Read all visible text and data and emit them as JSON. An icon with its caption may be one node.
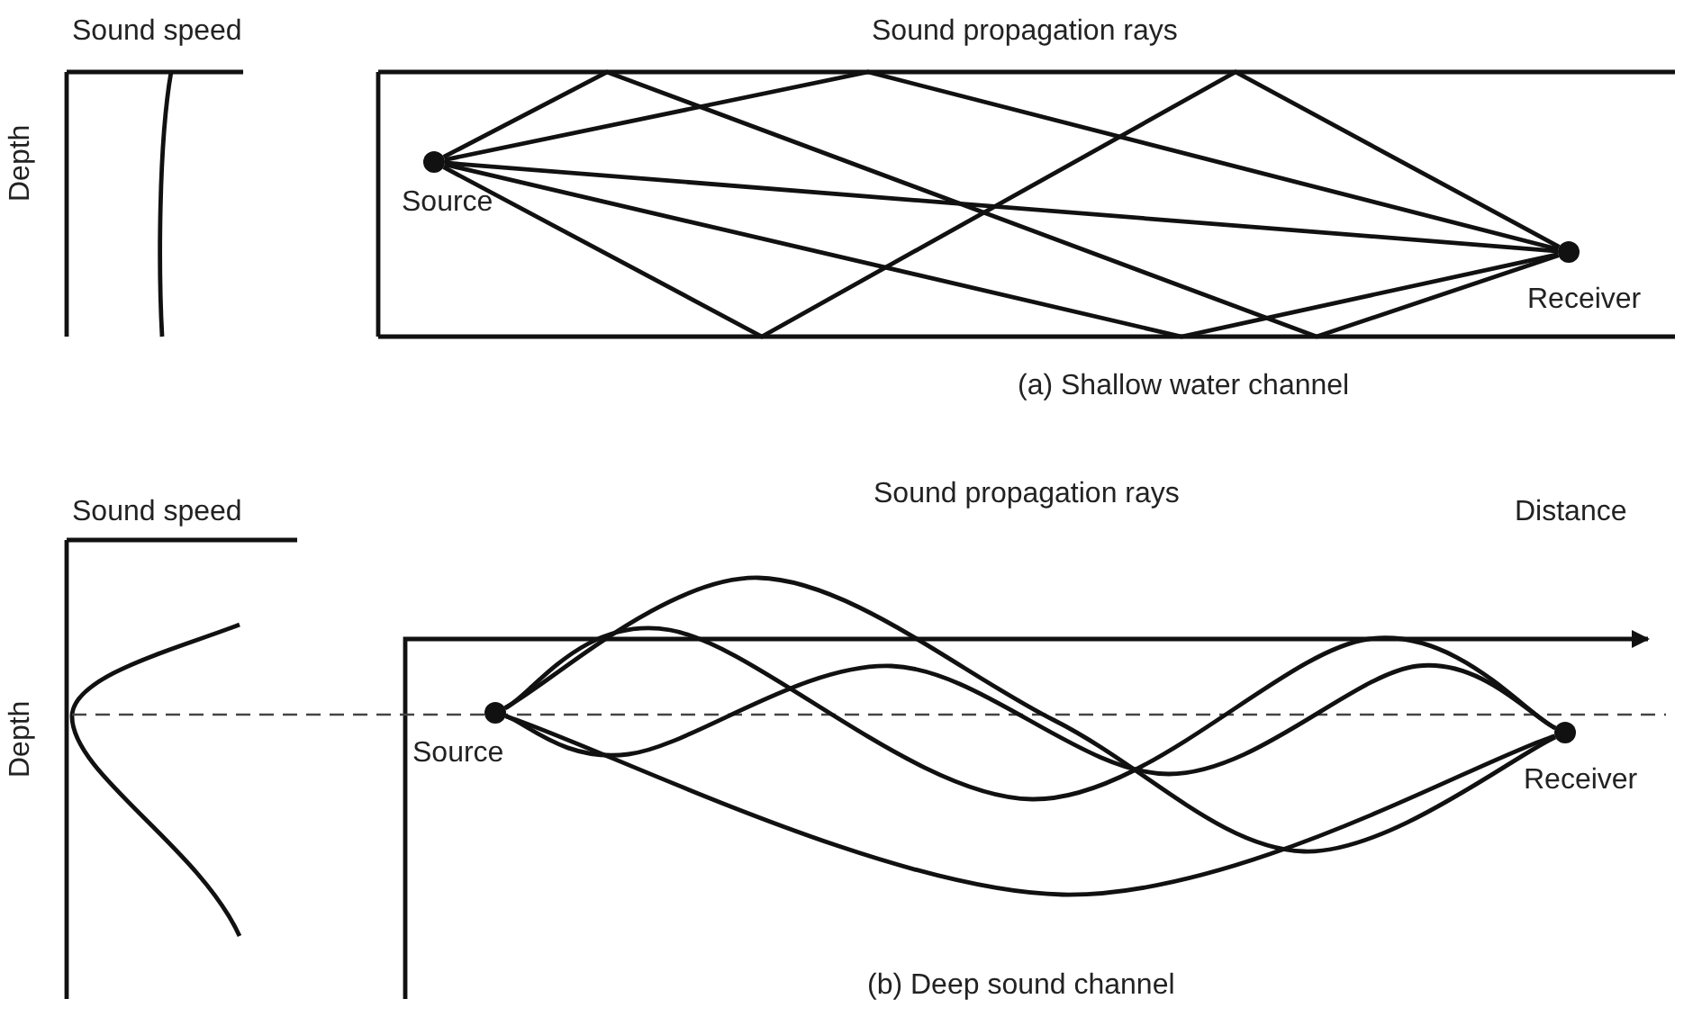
{
  "diagram": {
    "nodes": [
      {
        "text": [
          "Source"
        ]
      },
      {
        "text": [
          "Receiver"
        ]
      },
      {
        "text": [
          "Source"
        ]
      },
      {
        "text": [
          "Receiver"
        ]
      }
    ],
    "edges": [
      {
        "from": 0,
        "to": 1,
        "arrow": "none"
      },
      {
        "from": 0,
        "to": 1,
        "arrow": "none"
      },
      {
        "from": 0,
        "to": 1,
        "arrow": "none"
      },
      {
        "from": 0,
        "to": 1,
        "arrow": "none"
      },
      {
        "from": 0,
        "to": 1,
        "arrow": "none"
      },
      {
        "from": 2,
        "to": 3,
        "arrow": "none"
      },
      {
        "from": 2,
        "to": 3,
        "arrow": "none"
      },
      {
        "from": 2,
        "to": 3,
        "arrow": "none"
      },
      {
        "from": 2,
        "to": 3,
        "arrow": "none"
      }
    ],
    "labels": [
      "Sound speed",
      "Depth",
      "Sound propagation rays",
      "(a) Shallow water channel",
      "Sound speed",
      "Depth",
      "Sound propagation rays",
      "Distance",
      "(b) Deep sound channel"
    ]
  }
}
